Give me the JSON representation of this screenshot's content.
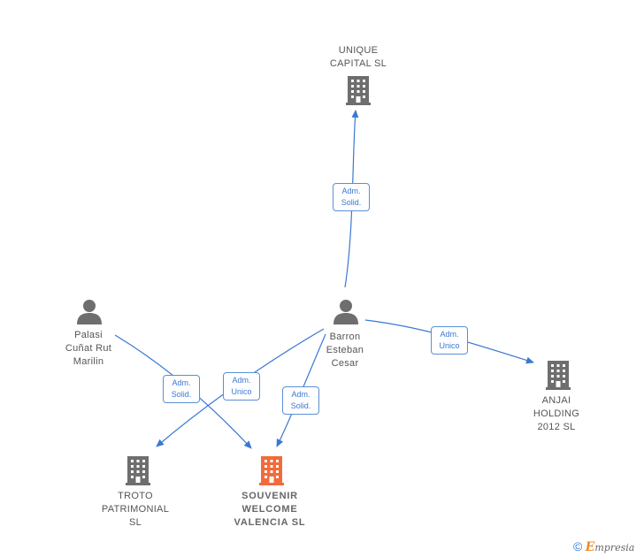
{
  "nodes": {
    "unique_capital": {
      "label_lines": [
        "UNIQUE",
        "CAPITAL  SL"
      ],
      "type": "company"
    },
    "barron": {
      "label_lines": [
        "Barron",
        "Esteban",
        "Cesar"
      ],
      "type": "person"
    },
    "palasi": {
      "label_lines": [
        "Palasi",
        "Cuñat Rut",
        "Marilin"
      ],
      "type": "person"
    },
    "anjai": {
      "label_lines": [
        "ANJAI",
        "HOLDING",
        "2012 SL"
      ],
      "type": "company"
    },
    "troto": {
      "label_lines": [
        "TROTO",
        "PATRIMONIAL",
        "SL"
      ],
      "type": "company"
    },
    "souvenir": {
      "label_lines": [
        "SOUVENIR",
        "WELCOME",
        "VALENCIA  SL"
      ],
      "type": "company-main"
    }
  },
  "edges": [
    {
      "id": "barron-unique",
      "lines": [
        "Adm.",
        "Solid."
      ]
    },
    {
      "id": "barron-anjai",
      "lines": [
        "Adm.",
        "Unico"
      ]
    },
    {
      "id": "barron-troto",
      "lines": [
        "Adm.",
        "Unico"
      ]
    },
    {
      "id": "barron-souvenir",
      "lines": [
        "Adm.",
        "Solid."
      ]
    },
    {
      "id": "palasi-souvenir",
      "lines": [
        "Adm.",
        "Solid."
      ]
    }
  ],
  "colors": {
    "edge": "#3a78d4",
    "company": "#6e6e6e",
    "main_company": "#f26b3a",
    "person": "#6e6e6e"
  },
  "watermark": {
    "copyright": "©",
    "brand_initial": "E",
    "brand_rest": "mpresia"
  }
}
